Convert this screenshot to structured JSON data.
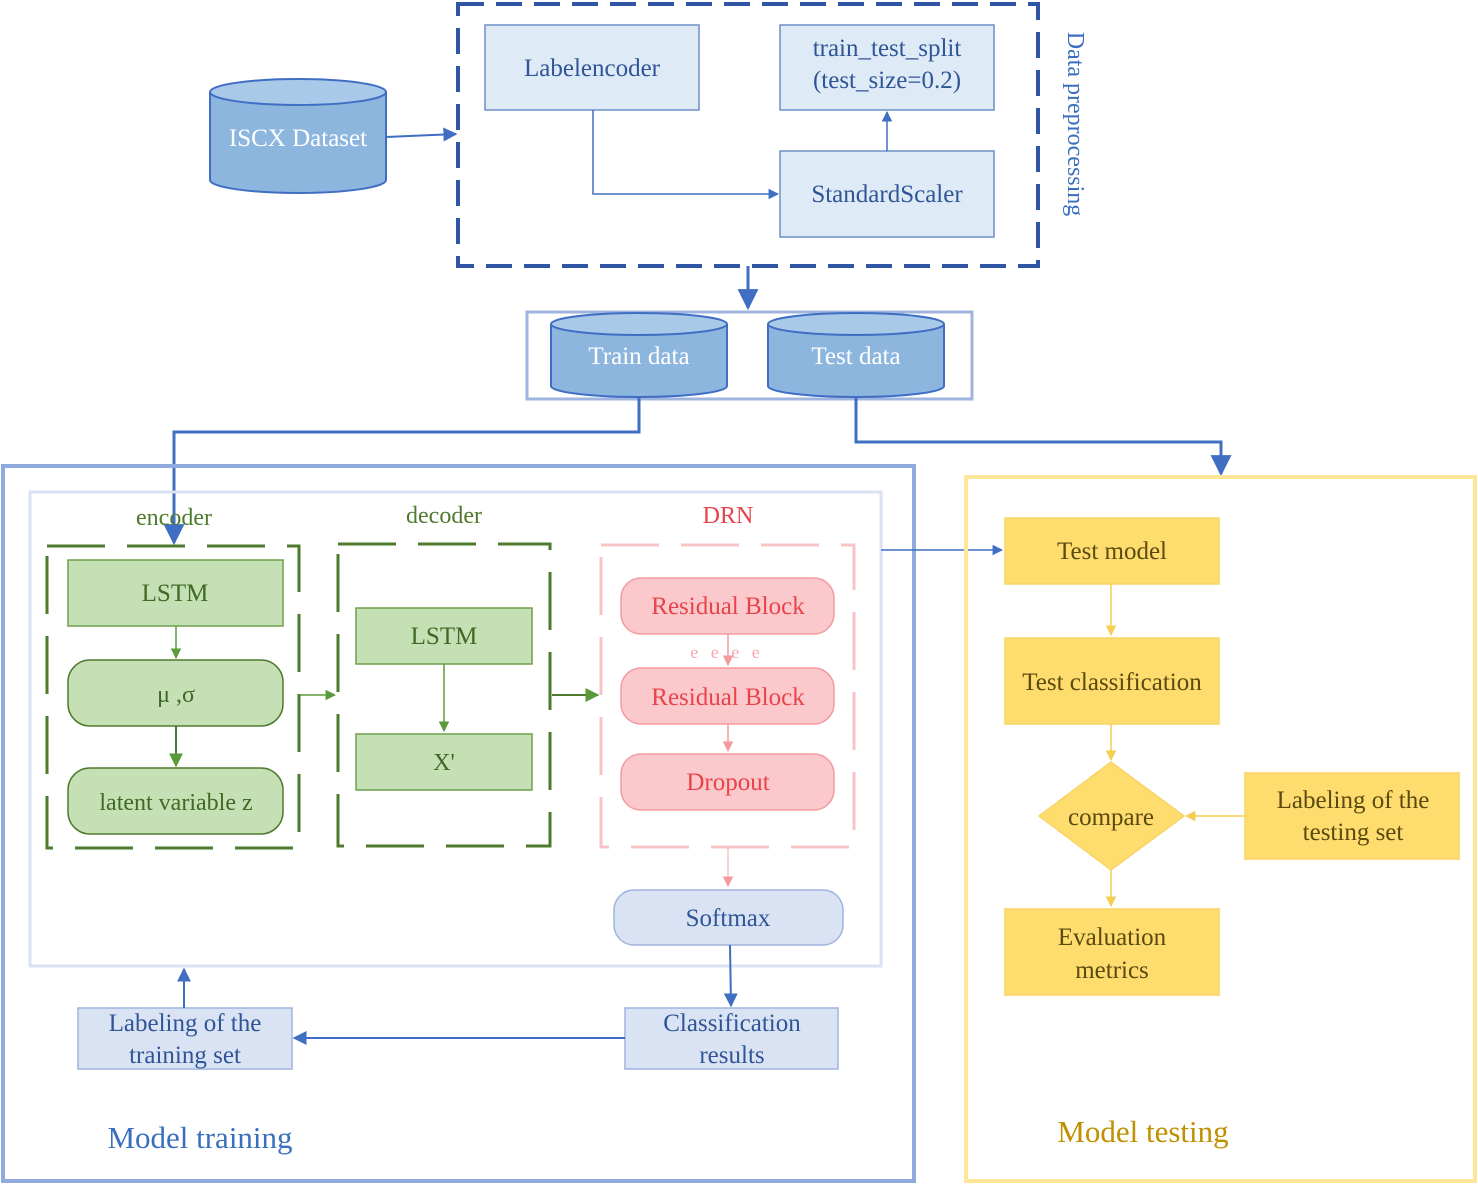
{
  "preprocessing": {
    "title": "Data preprocessing",
    "dataset": "ISCX Dataset",
    "labelencoder": "Labelencoder",
    "split_line1": "train_test_split",
    "split_line2": "(test_size=0.2)",
    "scaler": "StandardScaler"
  },
  "data": {
    "train": "Train data",
    "test": "Test data"
  },
  "training": {
    "title": "Model training",
    "encoder": {
      "title": "encoder",
      "lstm": "LSTM",
      "mu_sigma": "μ ,σ",
      "latent": "latent variable z"
    },
    "decoder": {
      "title": "decoder",
      "lstm": "LSTM",
      "output": "X'"
    },
    "drn": {
      "title": "DRN",
      "block1": "Residual Block",
      "dots": "e e e e",
      "block2": "Residual Block",
      "dropout": "Dropout"
    },
    "softmax": "Softmax",
    "classification_line1": "Classification",
    "classification_line2": "results",
    "labeling_line1": "Labeling of the",
    "labeling_line2": "training set"
  },
  "testing": {
    "title": "Model testing",
    "test_model": "Test model",
    "test_classification": "Test classification",
    "compare": "compare",
    "labeling_line1": "Labeling of the",
    "labeling_line2": "testing set",
    "eval_line1": "Evaluation",
    "eval_line2": "metrics"
  },
  "colors": {
    "blue_line": "#3f6ec3",
    "dataset_fill": "#8db6df",
    "light_box": "#deebf7",
    "green_fill": "#c5e0b4",
    "green_line": "#4e7a2e",
    "red_fill": "#fbc9cb",
    "red_text": "#e8424a",
    "yellow_fill": "#ffdc6e",
    "yellow_line": "#f7d466"
  }
}
